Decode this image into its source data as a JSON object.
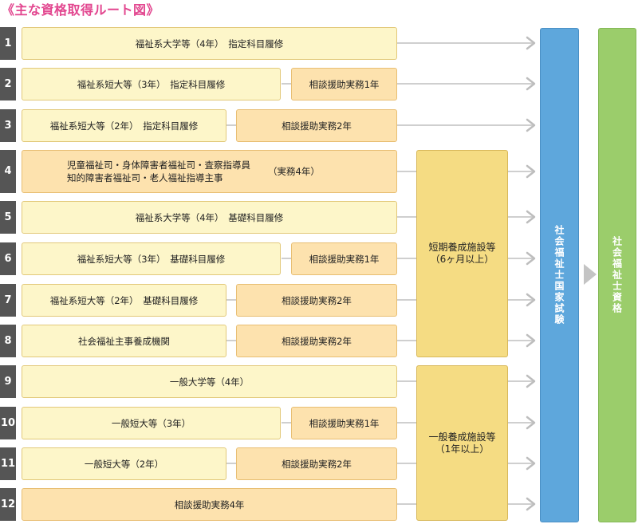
{
  "title": "《主な資格取得ルート図》",
  "routes": [
    {
      "n": "1",
      "main": "福祉系大学等（4年）　指定科目履修"
    },
    {
      "n": "2",
      "main": "福祉系短大等（3年）　指定科目履修",
      "practice": "相談援助実務1年"
    },
    {
      "n": "3",
      "main": "福祉系短大等（2年）　指定科目履修",
      "practice": "相談援助実務2年"
    },
    {
      "n": "4",
      "main_line1": "児童福祉司・身体障害者福祉司・査察指導員",
      "main_line2": "知的障害者福祉司・老人福祉指導主事",
      "main_note": "（実務4年）"
    },
    {
      "n": "5",
      "main": "福祉系大学等（4年）　基礎科目履修"
    },
    {
      "n": "6",
      "main": "福祉系短大等（3年）　基礎科目履修",
      "practice": "相談援助実務1年"
    },
    {
      "n": "7",
      "main": "福祉系短大等（2年）　基礎科目履修",
      "practice": "相談援助実務2年"
    },
    {
      "n": "8",
      "main": "社会福祉主事養成機関",
      "practice": "相談援助実務2年"
    },
    {
      "n": "9",
      "main": "一般大学等（4年）"
    },
    {
      "n": "10",
      "main": "一般短大等（3年）",
      "practice": "相談援助実務1年"
    },
    {
      "n": "11",
      "main": "一般短大等（2年）",
      "practice": "相談援助実務2年"
    },
    {
      "n": "12",
      "main": "相談援助実務4年"
    }
  ],
  "facilities": {
    "short_line1": "短期養成施設等",
    "short_line2": "（6ヶ月以上）",
    "general_line1": "一般養成施設等",
    "general_line2": "（1年以上）"
  },
  "exam_label": "社会福祉士国家試験",
  "qualification_label": "社会福祉士資格",
  "colors": {
    "exam": "#5ea7dc",
    "qualification": "#9bcd6b",
    "title": "#e2468f"
  }
}
